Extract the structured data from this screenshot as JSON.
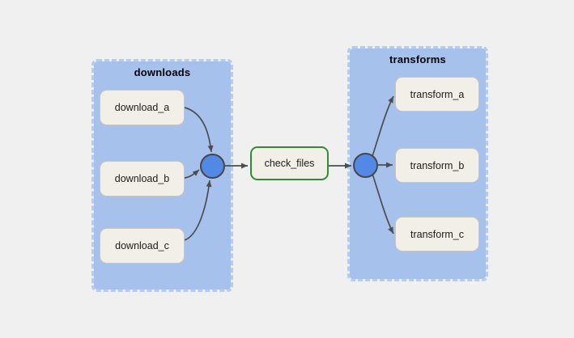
{
  "graph": {
    "groups": [
      {
        "label": "downloads",
        "tasks": [
          "download_a",
          "download_b",
          "download_c"
        ]
      },
      {
        "label": "transforms",
        "tasks": [
          "transform_a",
          "transform_b",
          "transform_c"
        ]
      }
    ],
    "nodes": {
      "check_files": "check_files"
    },
    "edges": [
      {
        "from": "download_a",
        "to": "downloads-join"
      },
      {
        "from": "download_b",
        "to": "downloads-join"
      },
      {
        "from": "download_c",
        "to": "downloads-join"
      },
      {
        "from": "downloads-join",
        "to": "check_files"
      },
      {
        "from": "check_files",
        "to": "transforms-join"
      },
      {
        "from": "transforms-join",
        "to": "transform_a"
      },
      {
        "from": "transforms-join",
        "to": "transform_b"
      },
      {
        "from": "transforms-join",
        "to": "transform_c"
      }
    ]
  },
  "colors": {
    "canvas_bg": "#f0f0f0",
    "group_fill": "#a7c1ed",
    "group_border": "#b4cbf2",
    "node_fill": "#f2efe8",
    "node_border": "#c9c6bc",
    "node_text": "#1c1c1c",
    "check_border": "#2f8f2f",
    "join_fill": "#5289e4",
    "join_border": "#474747",
    "edge": "#4d4d4d"
  }
}
